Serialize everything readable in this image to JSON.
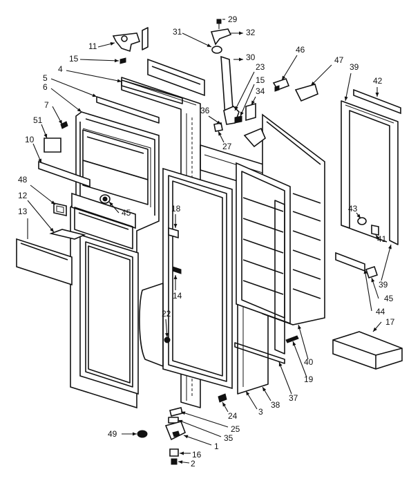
{
  "callouts": [
    {
      "id": "c29",
      "label": "29"
    },
    {
      "id": "c32",
      "label": "32"
    },
    {
      "id": "c31",
      "label": "31"
    },
    {
      "id": "c30",
      "label": "30"
    },
    {
      "id": "c11",
      "label": "11"
    },
    {
      "id": "c15a",
      "label": "15"
    },
    {
      "id": "c4",
      "label": "4"
    },
    {
      "id": "c5",
      "label": "5"
    },
    {
      "id": "c6",
      "label": "6"
    },
    {
      "id": "c7",
      "label": "7"
    },
    {
      "id": "c51",
      "label": "51"
    },
    {
      "id": "c10",
      "label": "10"
    },
    {
      "id": "c48",
      "label": "48"
    },
    {
      "id": "c12",
      "label": "12"
    },
    {
      "id": "c13",
      "label": "13"
    },
    {
      "id": "c45a",
      "label": "45"
    },
    {
      "id": "c18",
      "label": "18"
    },
    {
      "id": "c14",
      "label": "14"
    },
    {
      "id": "c22",
      "label": "22"
    },
    {
      "id": "c23",
      "label": "23"
    },
    {
      "id": "c15b",
      "label": "15"
    },
    {
      "id": "c34",
      "label": "34"
    },
    {
      "id": "c36",
      "label": "36"
    },
    {
      "id": "c27",
      "label": "27"
    },
    {
      "id": "c46",
      "label": "46"
    },
    {
      "id": "c47",
      "label": "47"
    },
    {
      "id": "c39a",
      "label": "39"
    },
    {
      "id": "c42",
      "label": "42"
    },
    {
      "id": "c43",
      "label": "43"
    },
    {
      "id": "c41",
      "label": "41"
    },
    {
      "id": "c39b",
      "label": "39"
    },
    {
      "id": "c45b",
      "label": "45"
    },
    {
      "id": "c44",
      "label": "44"
    },
    {
      "id": "c17",
      "label": "17"
    },
    {
      "id": "c40",
      "label": "40"
    },
    {
      "id": "c19",
      "label": "19"
    },
    {
      "id": "c37",
      "label": "37"
    },
    {
      "id": "c38",
      "label": "38"
    },
    {
      "id": "c3",
      "label": "3"
    },
    {
      "id": "c24",
      "label": "24"
    },
    {
      "id": "c25",
      "label": "25"
    },
    {
      "id": "c35",
      "label": "35"
    },
    {
      "id": "c1",
      "label": "1"
    },
    {
      "id": "c49",
      "label": "49"
    },
    {
      "id": "c16",
      "label": "16"
    },
    {
      "id": "c2",
      "label": "2"
    }
  ]
}
